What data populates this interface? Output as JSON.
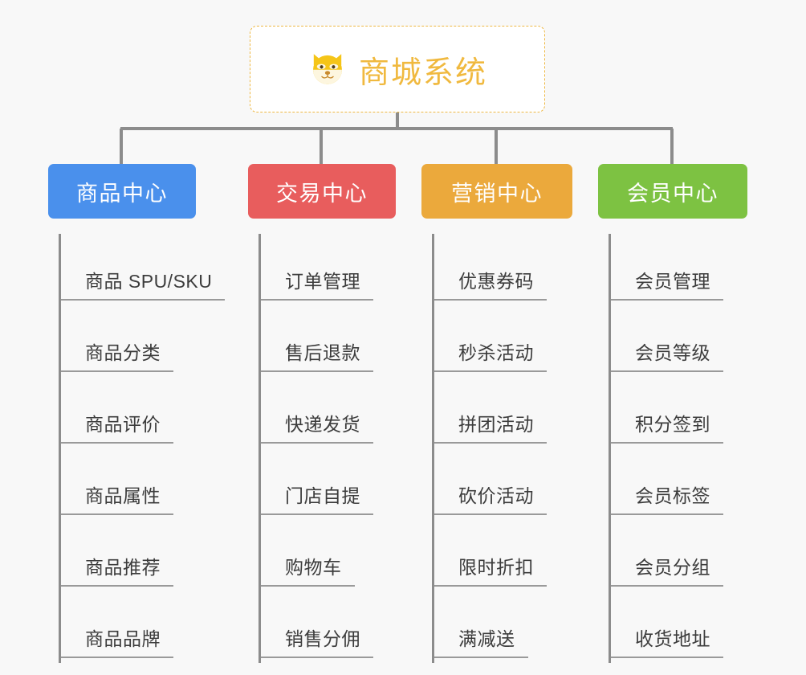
{
  "background_color": "#f8f8f8",
  "root": {
    "title": "商城系统",
    "icon": "shiba-dog-face-emoji",
    "text_color": "#f0b93f",
    "border_color": "#eeb843",
    "fill_color": "#ffffff"
  },
  "connector_color": "#8c8c8c",
  "branches": [
    {
      "label": "商品中心",
      "color": "#4a90ec",
      "items": [
        "商品 SPU/SKU",
        "商品分类",
        "商品评价",
        "商品属性",
        "商品推荐",
        "商品品牌"
      ]
    },
    {
      "label": "交易中心",
      "color": "#e85d5d",
      "items": [
        "订单管理",
        "售后退款",
        "快递发货",
        "门店自提",
        "购物车",
        "销售分佣"
      ]
    },
    {
      "label": "营销中心",
      "color": "#eba93c",
      "items": [
        "优惠券码",
        "秒杀活动",
        "拼团活动",
        "砍价活动",
        "限时折扣",
        "满减送"
      ]
    },
    {
      "label": "会员中心",
      "color": "#7dc242",
      "items": [
        "会员管理",
        "会员等级",
        "积分签到",
        "会员标签",
        "会员分组",
        "收货地址"
      ]
    }
  ]
}
